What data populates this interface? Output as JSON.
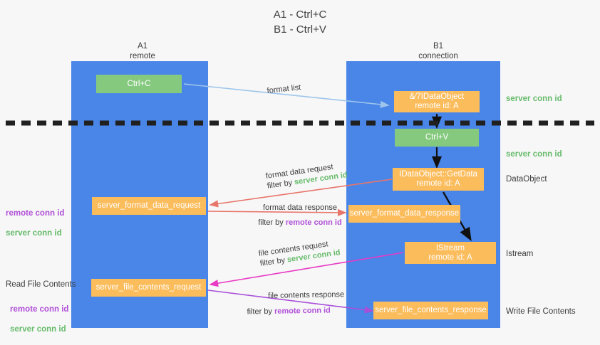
{
  "title": "A1 - Ctrl+C\nB1 - Ctrl+V",
  "colors": {
    "lane": "#4a86e8",
    "orange": "#fbbc5c",
    "green": "#85c97f",
    "green_text": "#66bb6a",
    "purple_text": "#b050d8",
    "divider": "#202020",
    "background": "#f7f7f7"
  },
  "columns": [
    {
      "id": "a1",
      "label": "A1\nremote"
    },
    {
      "id": "b1",
      "label": "B1\nconnection"
    }
  ],
  "nodes": [
    {
      "id": "ctrl-c",
      "label": "Ctrl+C",
      "kind": "green"
    },
    {
      "id": "ole-idataobject",
      "label": "&⁄7IDataObject\nremote id: A",
      "kind": "orange"
    },
    {
      "id": "ctrl-v",
      "label": "Ctrl+V",
      "kind": "green"
    },
    {
      "id": "idataobject-getdata",
      "label": "IDataObject::GetData\nremote id: A",
      "kind": "orange"
    },
    {
      "id": "server-format-data-request",
      "label": "server_format_data_request",
      "kind": "orange"
    },
    {
      "id": "server-format-data-response",
      "label": "server_format_data_response",
      "kind": "orange"
    },
    {
      "id": "istream",
      "label": "IStream\nremote id: A",
      "kind": "orange"
    },
    {
      "id": "server-file-contents-request",
      "label": "server_file_contents_request",
      "kind": "orange"
    },
    {
      "id": "server-file-contents-response",
      "label": "server_file_contents_response",
      "kind": "orange"
    }
  ],
  "edge_labels": {
    "format_list": "format list",
    "format_data_request": "format data request",
    "format_data_request_filter_prefix": "filter by ",
    "format_data_request_filter_key": "server conn id",
    "format_data_response": "format data response",
    "format_data_response_filter_prefix": "filter by ",
    "format_data_response_filter_key": "remote conn id",
    "file_contents_request": "file contents request",
    "file_contents_request_filter_prefix": "filter by ",
    "file_contents_request_filter_key": "server conn id",
    "file_contents_response": "file contents response",
    "file_contents_response_filter_prefix": "filter by ",
    "file_contents_response_filter_key": "remote conn id"
  },
  "right_annotations": [
    {
      "id": "server-conn-id-top",
      "label": "server conn id",
      "style": "green"
    },
    {
      "id": "server-conn-id-mid",
      "label": "server conn id",
      "style": "green"
    },
    {
      "id": "dataobject",
      "label": "DataObject",
      "style": "plain"
    },
    {
      "id": "istream-note",
      "label": "Istream",
      "style": "plain"
    },
    {
      "id": "write-file-contents",
      "label": "Write File Contents",
      "style": "plain"
    }
  ],
  "left_annotations": {
    "format_conn_remote": "remote conn id",
    "format_conn_server": "server conn id",
    "read_file_contents": "Read File Contents",
    "file_conn_remote": "remote conn id",
    "file_conn_server": "server conn id"
  }
}
